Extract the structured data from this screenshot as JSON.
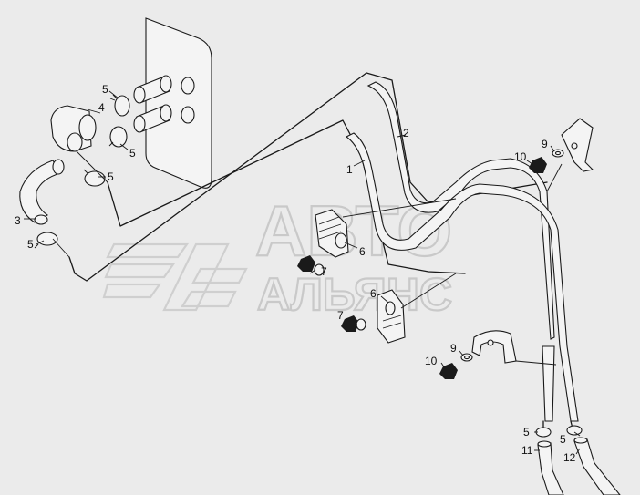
{
  "watermark": {
    "line1": "АВТО",
    "line2": "АЛЬЯНС"
  },
  "callouts": [
    {
      "id": "c1",
      "label": "1"
    },
    {
      "id": "c2",
      "label": "2"
    },
    {
      "id": "c3",
      "label": "3"
    },
    {
      "id": "c4",
      "label": "4"
    },
    {
      "id": "c5a",
      "label": "5"
    },
    {
      "id": "c5b",
      "label": "5"
    },
    {
      "id": "c5c",
      "label": "5"
    },
    {
      "id": "c5d",
      "label": "5"
    },
    {
      "id": "c5e",
      "label": "5"
    },
    {
      "id": "c5f",
      "label": "5"
    },
    {
      "id": "c6a",
      "label": "6"
    },
    {
      "id": "c6b",
      "label": "6"
    },
    {
      "id": "c7a",
      "label": "7"
    },
    {
      "id": "c7b",
      "label": "7"
    },
    {
      "id": "c9a",
      "label": "9"
    },
    {
      "id": "c9b",
      "label": "9"
    },
    {
      "id": "c10a",
      "label": "10"
    },
    {
      "id": "c10b",
      "label": "10"
    },
    {
      "id": "c11",
      "label": "11"
    },
    {
      "id": "c12",
      "label": "12"
    }
  ]
}
